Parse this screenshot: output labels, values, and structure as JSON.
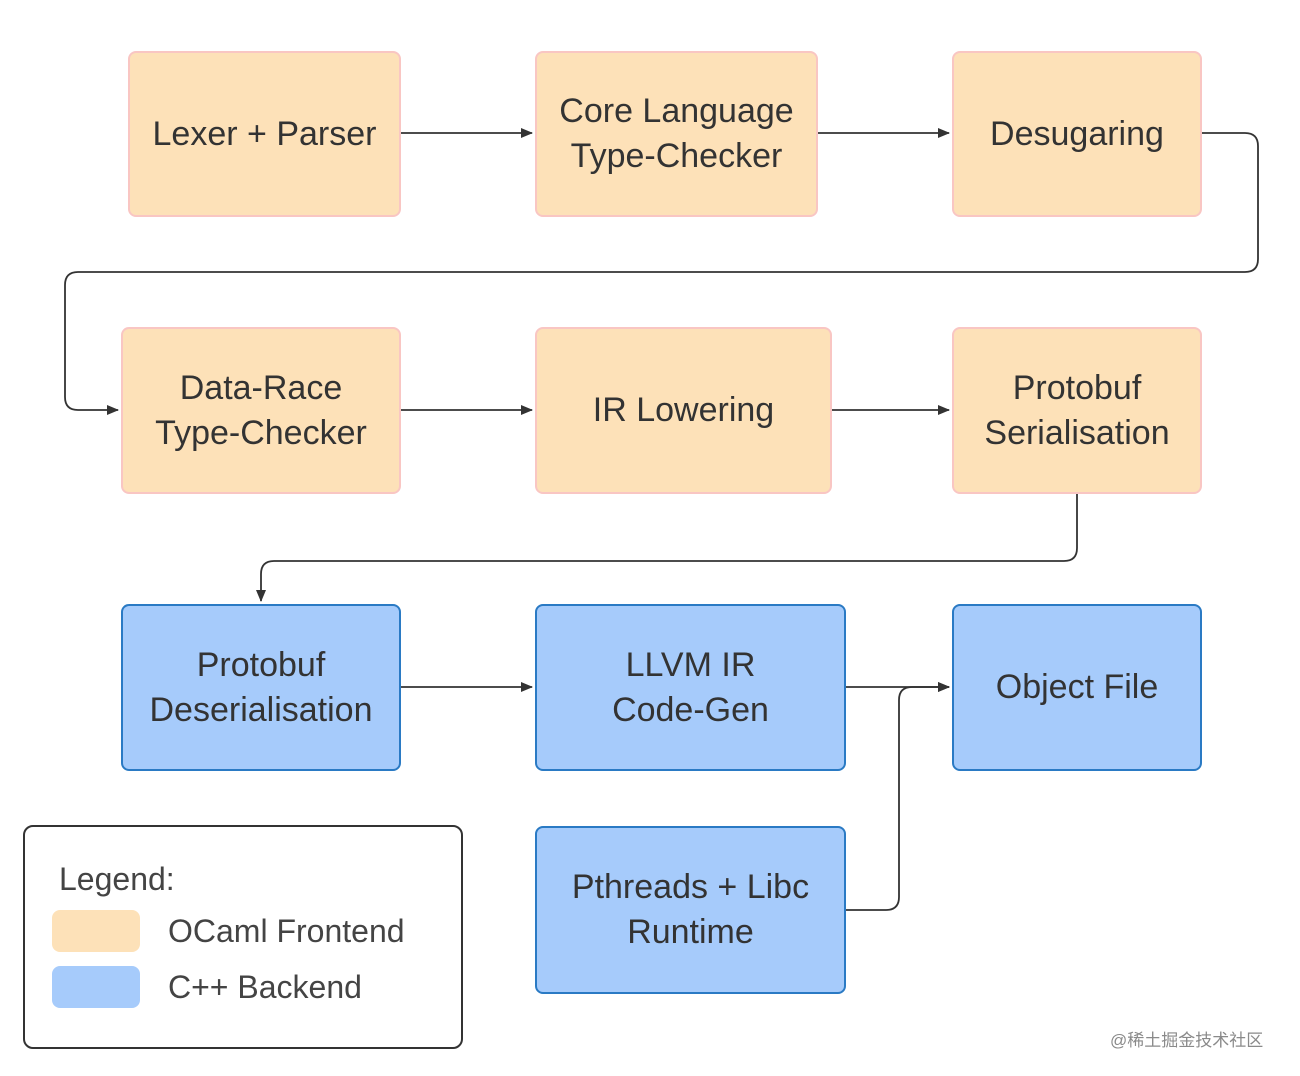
{
  "nodes": {
    "lexer_parser": "Lexer + Parser",
    "core_typechecker": "Core Language\nType-Checker",
    "desugaring": "Desugaring",
    "datarace_typechecker": "Data-Race\nType-Checker",
    "ir_lowering": "IR Lowering",
    "protobuf_serialisation": "Protobuf\nSerialisation",
    "protobuf_deserialisation": "Protobuf\nDeserialisation",
    "llvm_codegen": "LLVM IR\nCode-Gen",
    "object_file": "Object File",
    "pthreads_runtime": "Pthreads + Libc\nRuntime"
  },
  "legend": {
    "title": "Legend:",
    "frontend_label": "OCaml Frontend",
    "backend_label": "C++ Backend"
  },
  "colors": {
    "frontend_fill": "#fde1b8",
    "frontend_border": "#f9c6c3",
    "backend_fill": "#a6cbfb",
    "backend_border": "#2a7ac4",
    "connector": "#333333"
  },
  "watermark": "@稀土掘金技术社区"
}
